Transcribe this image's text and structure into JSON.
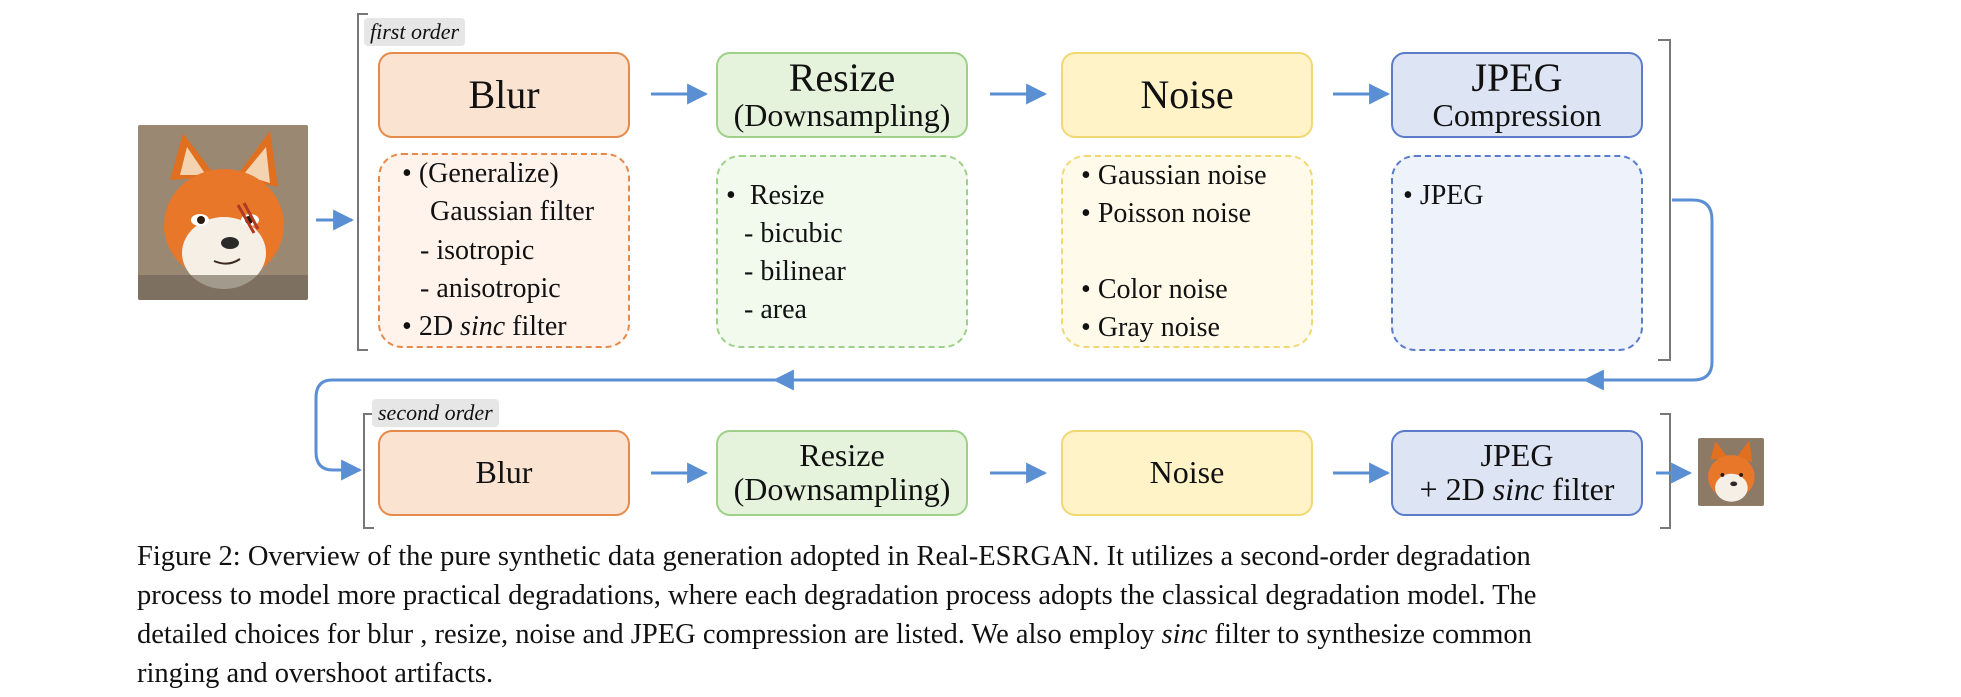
{
  "first_order": {
    "tag": "first order",
    "blocks": {
      "blur": {
        "title": "Blur"
      },
      "resize": {
        "title": "Resize",
        "subtitle": "(Downsampling)"
      },
      "noise": {
        "title": "Noise"
      },
      "jpeg": {
        "title": "JPEG",
        "subtitle": "Compression"
      }
    },
    "options": {
      "blur": [
        {
          "bullet": "•",
          "text": "(Generalize)"
        },
        {
          "text": "Gaussian filter"
        },
        {
          "text": "- isotropic"
        },
        {
          "text": "- anisotropic"
        },
        {
          "bullet": "•",
          "pre": "2D ",
          "em": "sinc",
          "post": " filter"
        }
      ],
      "resize": [
        {
          "bullet": "•",
          "text": "Resize"
        },
        {
          "text": "- bicubic"
        },
        {
          "text": "- bilinear"
        },
        {
          "text": "- area"
        }
      ],
      "noise": [
        {
          "bullet": "•",
          "text": "Gaussian noise"
        },
        {
          "bullet": "•",
          "text": "Poisson noise"
        },
        {
          "bullet": "•",
          "text": "Color noise"
        },
        {
          "bullet": "•",
          "text": "Gray noise"
        }
      ],
      "jpeg": [
        {
          "bullet": "•",
          "text": "JPEG"
        }
      ]
    }
  },
  "second_order": {
    "tag": "second order",
    "blocks": {
      "blur": {
        "title": "Blur"
      },
      "resize": {
        "title": "Resize",
        "subtitle": "(Downsampling)"
      },
      "noise": {
        "title": "Noise"
      },
      "jpeg": {
        "title": "JPEG",
        "subtitle_pre": "+ 2D ",
        "subtitle_em": "sinc",
        "subtitle_post": " filter"
      }
    }
  },
  "caption": {
    "line1": "Figure 2: Overview of the pure synthetic data generation adopted in Real-ESRGAN. It utilizes a second-order degradation",
    "line2": "process to model more practical degradations, where each degradation process adopts the classical degradation model. The",
    "line3_pre": "detailed choices for blur , resize, noise and JPEG compression are listed. We also employ ",
    "line3_em": "sinc",
    "line3_post": " filter to synthesize common",
    "line4": "ringing and overshoot artifacts."
  },
  "colors": {
    "arrow": "#5b8fd4",
    "blur_fill": "#fbe3d2",
    "blur_border": "#e68a4b",
    "resize_fill": "#e5f3dc",
    "resize_border": "#9fd08a",
    "noise_fill": "#fff3c7",
    "noise_border": "#f2d875",
    "jpeg_fill": "#dde4f4",
    "jpeg_border": "#5b7cc9"
  },
  "images": {
    "input_icon": "fox-portrait-icon",
    "output_icon": "fox-portrait-small-icon"
  }
}
